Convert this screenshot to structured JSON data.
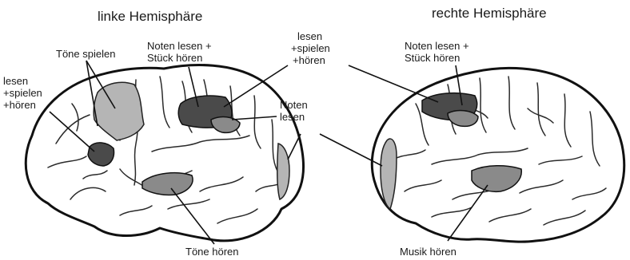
{
  "titles": {
    "left": "linke Hemisphäre",
    "right": "rechte Hemisphäre"
  },
  "left_labels": {
    "toene_spielen": "Töne spielen",
    "lesen_spielen_hoeren": [
      "lesen",
      "+spielen",
      "+hören"
    ],
    "noten_lesen_stueck": [
      "Noten lesen +",
      "Stück hören"
    ],
    "noten_lesen": [
      "Noten",
      "lesen"
    ],
    "toene_hoeren": "Töne hören"
  },
  "center_label": [
    "lesen",
    "+spielen",
    "+hören"
  ],
  "right_labels": {
    "noten_lesen_stueck": [
      "Noten lesen +",
      "Stück hören"
    ],
    "musik_hoeren": "Musik hören"
  },
  "colors": {
    "region_dark": "#4a4a4a",
    "region_mid": "#8a8a8a",
    "region_light": "#b5b5b5",
    "line": "#111111"
  }
}
